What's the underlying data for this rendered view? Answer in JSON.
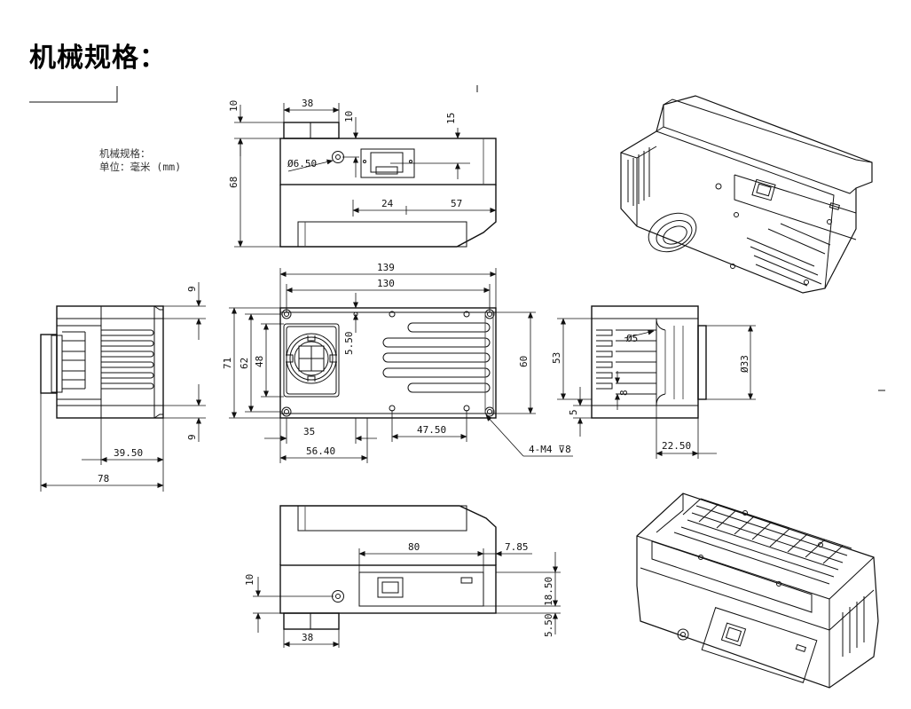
{
  "heading": "机械规格：",
  "note": {
    "line1": "机械规格：",
    "line2": "单位：毫米 (mm)"
  },
  "dims": {
    "top_38": "38",
    "top_10a": "10",
    "top_10b": "10",
    "top_15": "15",
    "top_68": "68",
    "top_hole": "Ø6.50",
    "top_24": "24",
    "top_57": "57",
    "front_139": "139",
    "front_130": "130",
    "front_71": "71",
    "front_62": "62",
    "front_48": "48",
    "front_550": "5.50",
    "front_60": "60",
    "front_35": "35",
    "front_5640": "56.40",
    "front_4750": "47.50",
    "front_m4": "4-M4 ⊽8",
    "left_9a": "9",
    "left_9b": "9",
    "left_3950": "39.50",
    "left_78": "78",
    "right_d5": "Ø5",
    "right_53": "53",
    "right_d33": "Ø33",
    "right_8": "8",
    "right_5": "5",
    "right_2250": "22.50",
    "bot_80": "80",
    "bot_785": "7.85",
    "bot_10": "10",
    "bot_1850": "18.50",
    "bot_550": "5.50",
    "bot_38": "38"
  }
}
